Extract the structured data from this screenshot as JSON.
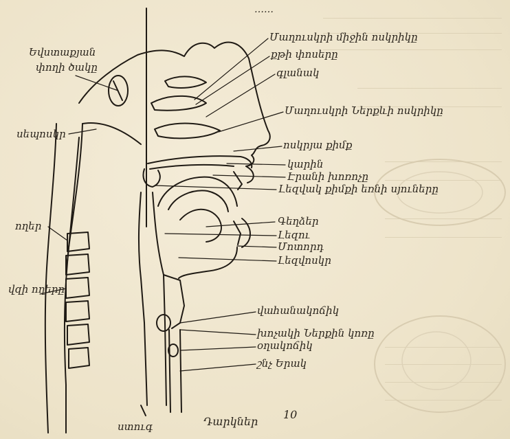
{
  "figure": {
    "caption": "Դարկներ",
    "number": "10",
    "top_mark": "……"
  },
  "labels": {
    "left": [
      {
        "id": "lateral-crest",
        "lines": [
          "Եվստաքյան",
          "փողի ծակը"
        ]
      },
      {
        "id": "sphenoid",
        "lines": [
          "սեպոսկր"
        ]
      },
      {
        "id": "vertebrae",
        "lines": [
          "ողեր"
        ]
      },
      {
        "id": "neck-vertebrae",
        "lines": [
          "վզի ողերը"
        ]
      },
      {
        "id": "spine",
        "lines": [
          "ստուգ"
        ]
      }
    ],
    "right": [
      {
        "id": "middle-turbinate",
        "text": "Մաղուսկրի միջին ոսկրիկը"
      },
      {
        "id": "nasal-bone",
        "text": "քթի փոսերը"
      },
      {
        "id": "nostril",
        "text": "գլանակ"
      },
      {
        "id": "inferior-turbinate",
        "text": "Մաղուսկրի Ներքևի ոսկրիկը"
      },
      {
        "id": "bony-hump",
        "text": "ոսկրյա քիմք"
      },
      {
        "id": "uvula",
        "text": "կարին"
      },
      {
        "id": "palatal-arch",
        "text": "Էրանի խոռոչը"
      },
      {
        "id": "soft-palate",
        "text": "Լեզվակ  քիմքի  եռնի սյուները"
      },
      {
        "id": "teeth",
        "text": "Գեղձեր"
      },
      {
        "id": "tongue",
        "text": "Լեզու"
      },
      {
        "id": "lip",
        "text": "Մոտորդ"
      },
      {
        "id": "hyoid",
        "text": "Լեզվոսկր"
      },
      {
        "id": "epiglottis",
        "text": "վահանակոճիկ"
      },
      {
        "id": "vocal-cord",
        "text": "խոչակի Ներքին կոռը"
      },
      {
        "id": "cricoid",
        "text": "օղակոճիկ"
      },
      {
        "id": "trachea",
        "text": "շնչ Երակ"
      }
    ]
  }
}
